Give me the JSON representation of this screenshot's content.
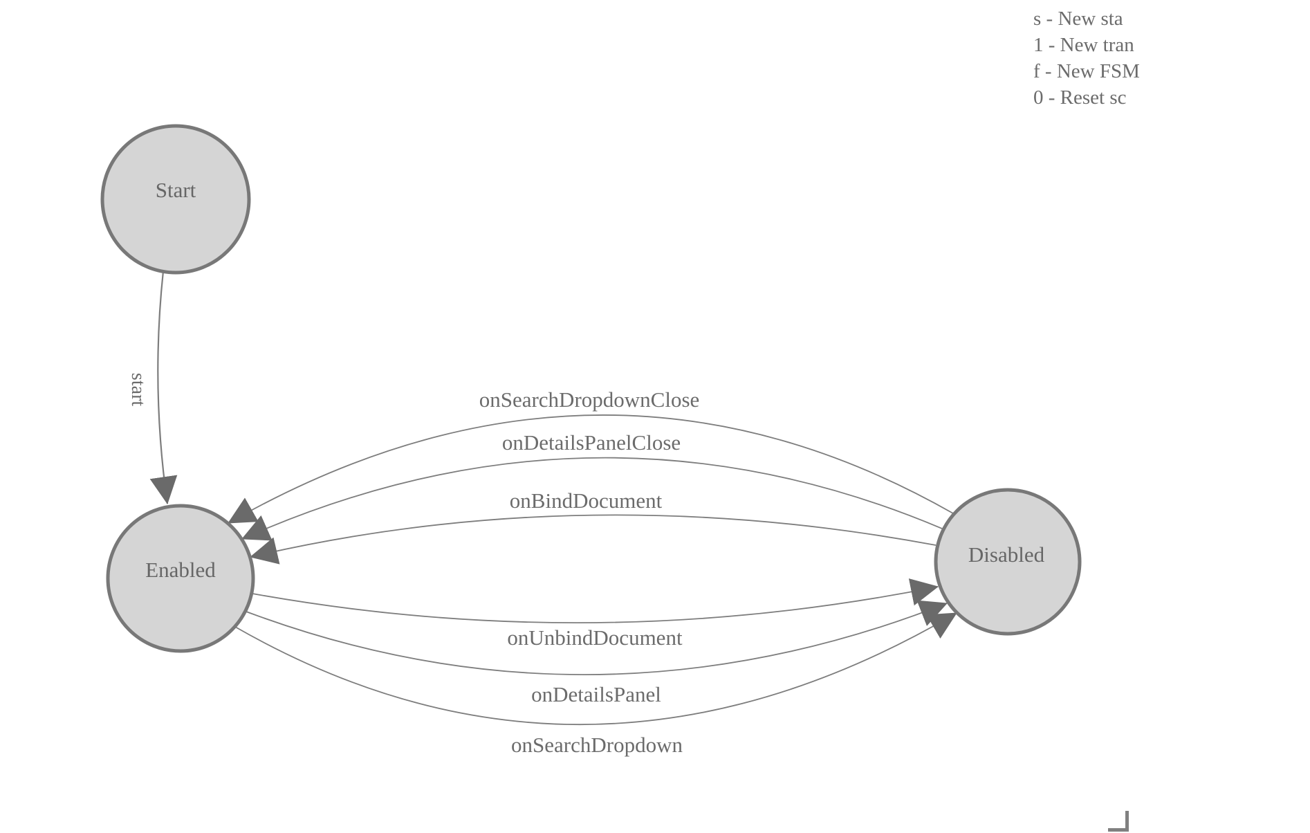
{
  "legend": {
    "lines": [
      "s - New sta",
      "1 - New tran",
      "f - New FSM",
      "0 - Reset sc"
    ]
  },
  "diagram": {
    "type": "state-machine",
    "states": [
      {
        "id": "start",
        "label": "Start"
      },
      {
        "id": "enabled",
        "label": "Enabled"
      },
      {
        "id": "disabled",
        "label": "Disabled"
      }
    ],
    "transitions": [
      {
        "label": "start",
        "from": "Start",
        "to": "Enabled"
      },
      {
        "label": "onSearchDropdownClose",
        "from": "Disabled",
        "to": "Enabled"
      },
      {
        "label": "onDetailsPanelClose",
        "from": "Disabled",
        "to": "Enabled"
      },
      {
        "label": "onBindDocument",
        "from": "Disabled",
        "to": "Enabled"
      },
      {
        "label": "onUnbindDocument",
        "from": "Enabled",
        "to": "Disabled"
      },
      {
        "label": "onDetailsPanel",
        "from": "Enabled",
        "to": "Disabled"
      },
      {
        "label": "onSearchDropdown",
        "from": "Enabled",
        "to": "Disabled"
      }
    ],
    "colors": {
      "state_fill": "#d5d5d5",
      "state_stroke": "#787878",
      "edge": "#7d7d7d",
      "arrow": "#6a6a6a",
      "text": "#666666"
    }
  }
}
